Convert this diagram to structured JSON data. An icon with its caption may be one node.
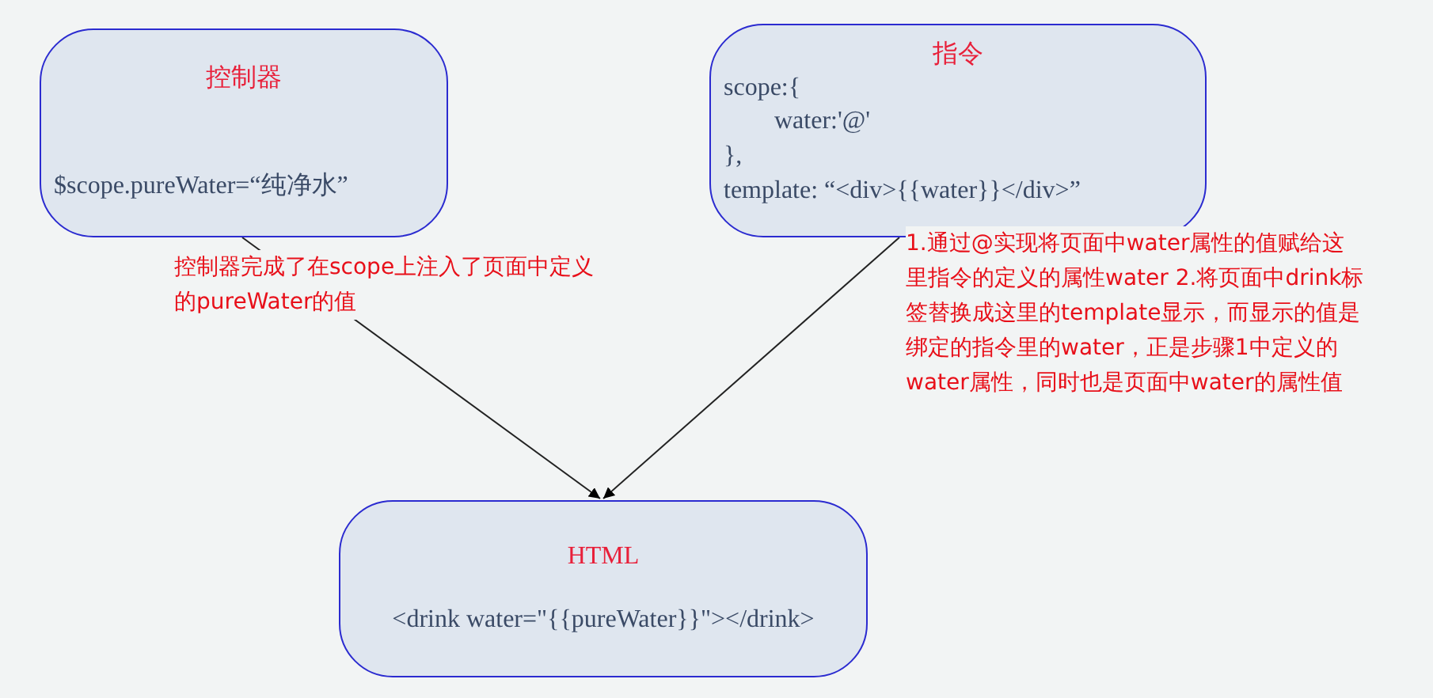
{
  "diagram": {
    "nodes": [
      {
        "text": [
          "控制器",
          "$scope.pureWater=“纯净水”"
        ]
      },
      {
        "text": [
          "指令",
          "scope:{",
          "water:'@'",
          "},",
          "template: “<div>{{water}}</div>”"
        ]
      },
      {
        "text": [
          "HTML",
          "<drink water=\"{{pureWater}}\"></drink>"
        ]
      }
    ],
    "edges": [
      {
        "from": 0,
        "to": 2,
        "arrow": "to",
        "label": "控制器完成了在scope上注入了页面中定义的pureWater的值"
      },
      {
        "from": 1,
        "to": 2,
        "arrow": "to",
        "label": "1.通过@实现将页面中water属性的值赋给这里指令的定义的属性water 2.将页面中drink标签替换成这里的template显示，而显示的值是绑定的指令里的water，正是步骤1中定义的water属性，同时也是页面中water的属性值"
      }
    ]
  }
}
